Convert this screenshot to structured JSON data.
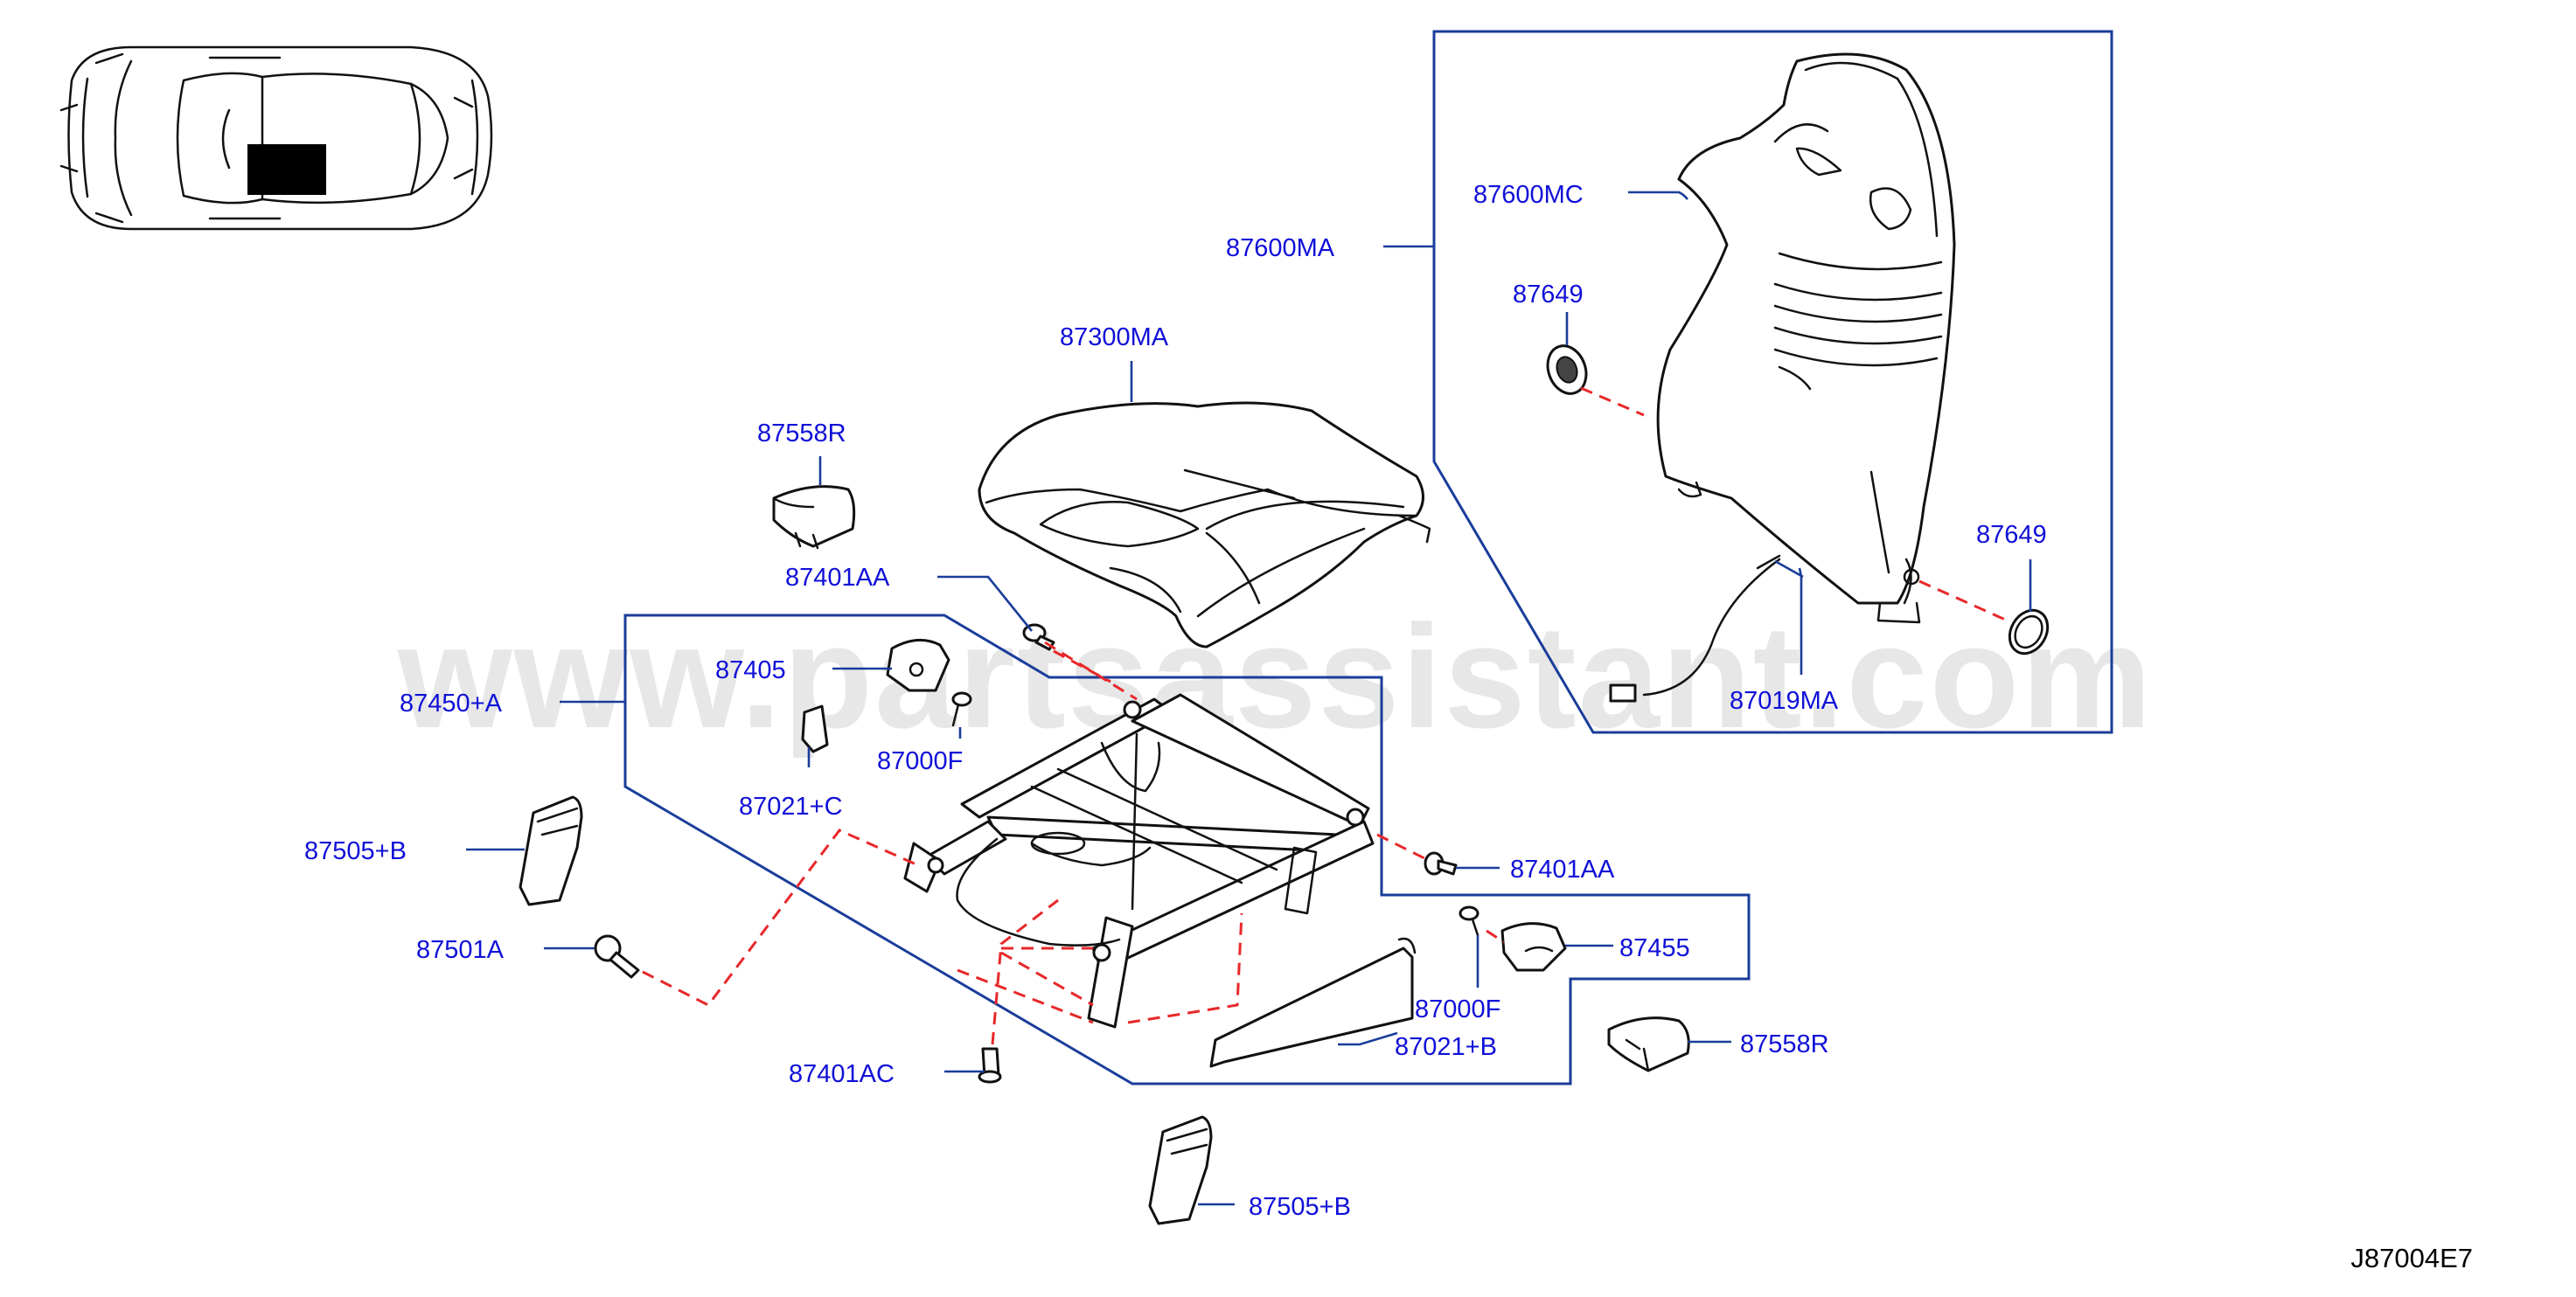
{
  "watermark": "www.partsassistant.com",
  "diagram_code": "J87004E7",
  "labels": {
    "p87600MA": "87600MA",
    "p87600MC": "87600MC",
    "p87649_top": "87649",
    "p87649_bottom": "87649",
    "p87019MA": "87019MA",
    "p87300MA": "87300MA",
    "p87558R_top": "87558R",
    "p87401AA_top": "87401AA",
    "p87405": "87405",
    "p87450A": "87450+A",
    "p87000F_left": "87000F",
    "p87021C": "87021+C",
    "p87505B_top": "87505+B",
    "p87501A": "87501A",
    "p87401AA_right": "87401AA",
    "p87455": "87455",
    "p87000F_right": "87000F",
    "p87021B": "87021+B",
    "p87558R_bottom": "87558R",
    "p87401AC": "87401AC",
    "p87505B_bottom": "87505+B"
  },
  "colors": {
    "label": "#1010d8",
    "leader": "#1a3d9a",
    "dash": "#e8282a",
    "outline": "#111111"
  }
}
